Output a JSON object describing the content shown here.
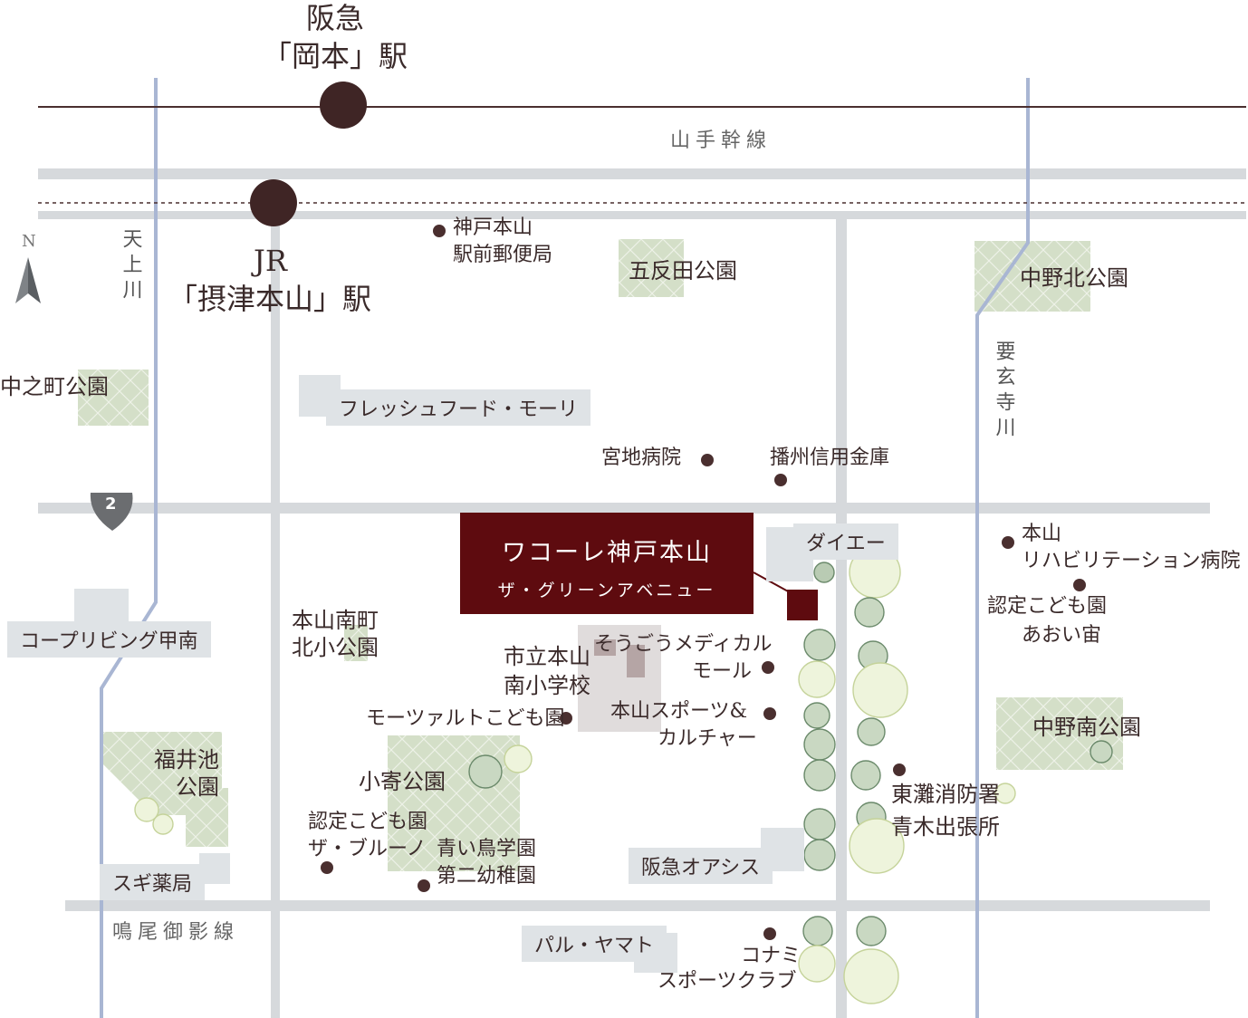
{
  "stations": {
    "hankyu": {
      "line1": "阪急",
      "line2": "「岡本」駅"
    },
    "jr": {
      "line1": "JR",
      "line2": "「摂津本山」駅"
    }
  },
  "roads": {
    "yamate": "山手幹線",
    "naruo": "鳴尾御影線",
    "route2": "2"
  },
  "rivers": {
    "tenjo": "天上川",
    "yogenji": "要玄寺川"
  },
  "compass": "N",
  "property": {
    "name_line1": "ワコーレ神戸本山",
    "name_line2": "ザ・グリーンアベニュー"
  },
  "parks": {
    "nakanocho": "中之町公園",
    "gotanda": "五反田公園",
    "nakano_kita": "中野北公園",
    "nakano_minami": "中野南公園",
    "fukuiike_l1": "福井池",
    "fukuiike_l2": "公園",
    "koyose": "小寄公園",
    "motoyama_minami_l1": "本山南町",
    "motoyama_minami_l2": "北小公園"
  },
  "tagged_places": {
    "fresh_food": "フレッシュフード・モーリ",
    "daiei": "ダイエー",
    "coop": "コープリビング甲南",
    "sugi": "スギ薬局",
    "hankyu_oasis": "阪急オアシス",
    "pal_yamato": "パル・ヤマト"
  },
  "poi": {
    "post_office_l1": "神戸本山",
    "post_office_l2": "駅前郵便局",
    "miyachi": "宮地病院",
    "banshu": "播州信用金庫",
    "rehab_l1": "本山",
    "rehab_l2": "リハビリテーション病院",
    "aoi_l1": "認定こども園",
    "aoi_l2": "あおい宙",
    "school_l1": "市立本山",
    "school_l2": "南小学校",
    "sougou_l1": "そうごうメディカル",
    "sougou_l2": "モール",
    "mozart": "モーツァルトこども園",
    "sports_l1": "本山スポーツ&",
    "sports_l2": "カルチャー",
    "fire_l1": "東灘消防署",
    "fire_l2": "青木出張所",
    "bruno_l1": "認定こども園",
    "bruno_l2": "ザ・ブルーノ",
    "aoitori_l1": "青い鳥学園",
    "aoitori_l2": "第二幼稚園",
    "konami_l1": "コナミ",
    "konami_l2": "スポーツクラブ"
  },
  "colors": {
    "railway": "#4a2f2f",
    "road": "#d6d9dc",
    "river": "#a9b6d3",
    "park": "#d4dfc8",
    "property": "#5e0b0f",
    "tag_bg": "#dfe3e6"
  }
}
